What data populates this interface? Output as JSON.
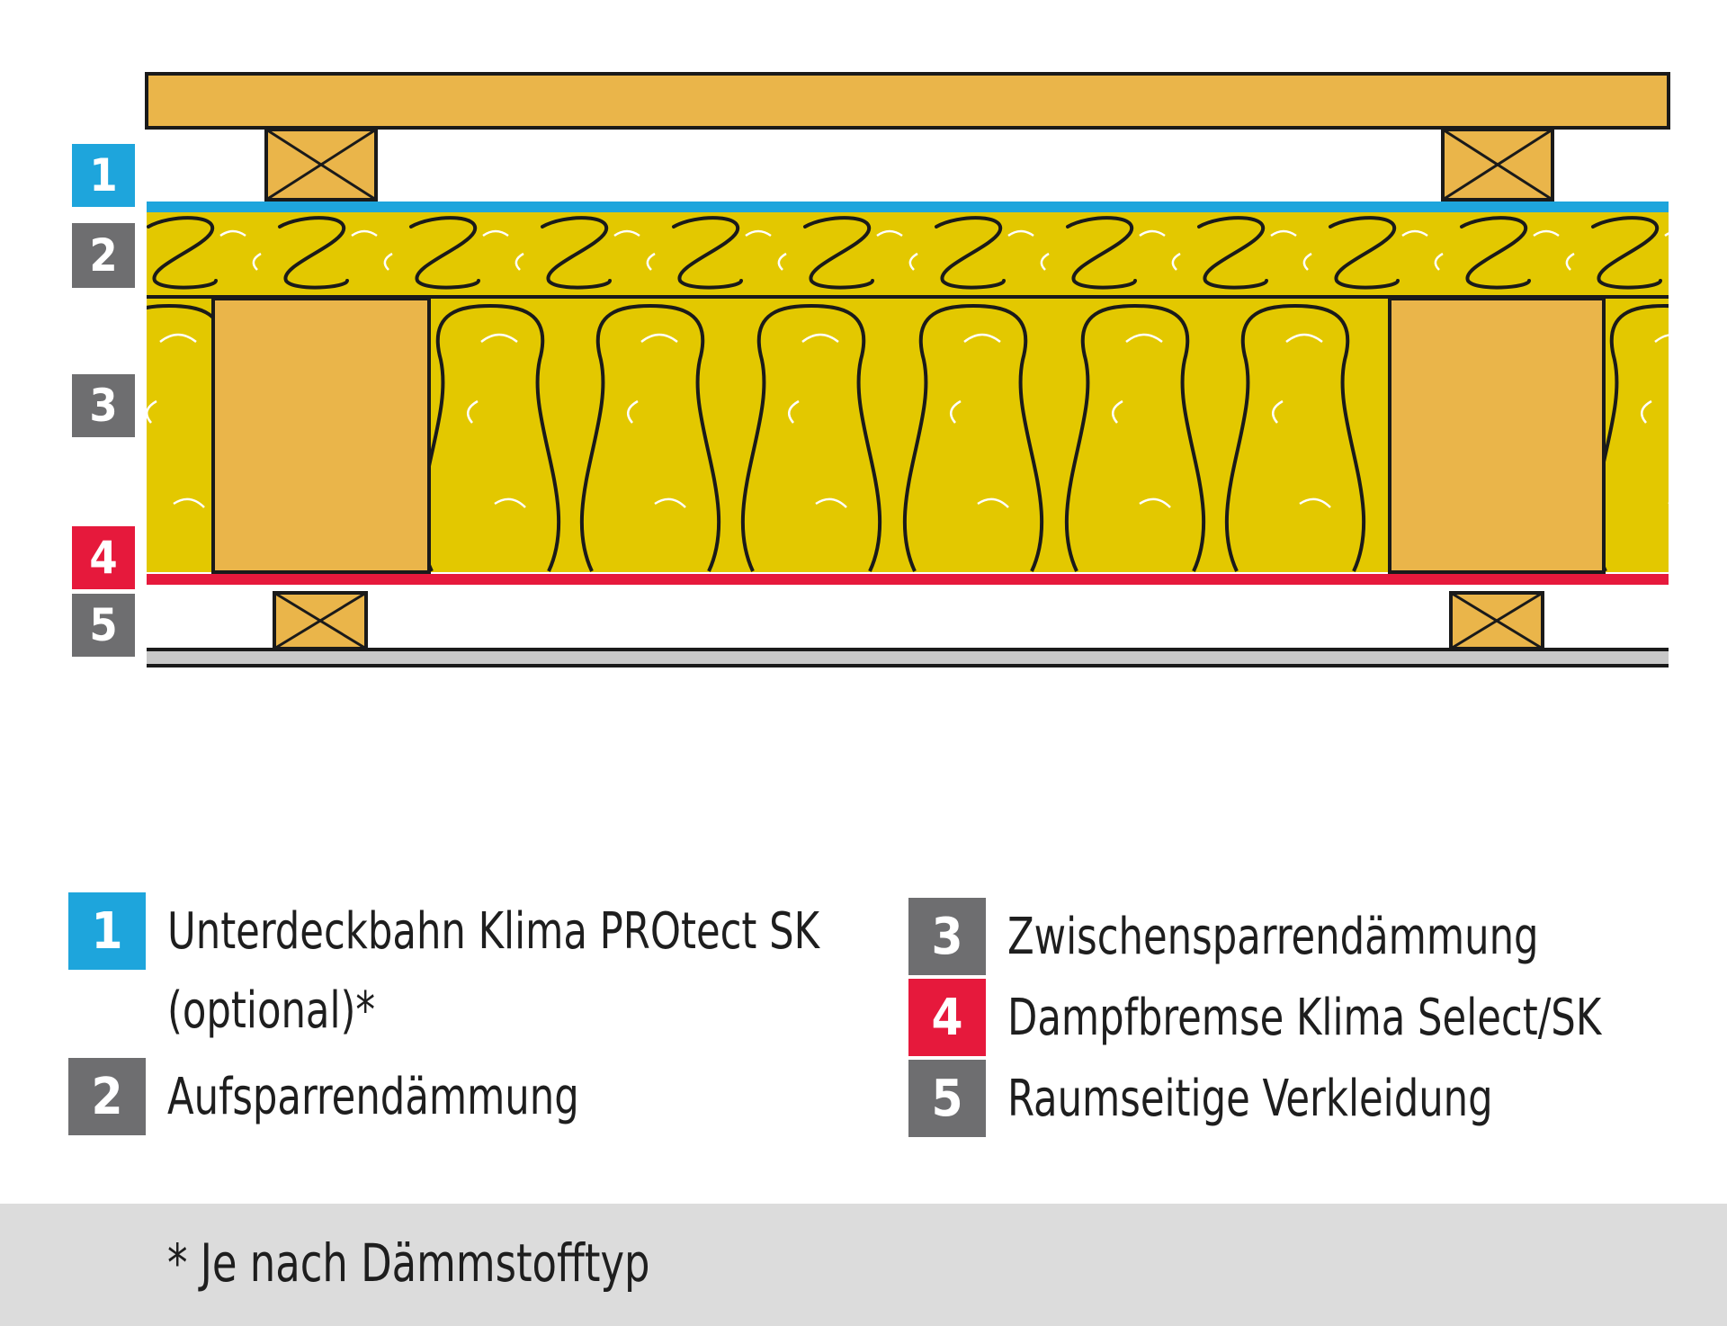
{
  "colors": {
    "layer_1": "#1ea5dc",
    "layer_2": "#6e6e70",
    "layer_3": "#6e6e70",
    "layer_4": "#e6193c",
    "layer_5": "#6e6e70",
    "wood": "#eab54a",
    "insulation": "#e3c800",
    "outline": "#1a1a1a",
    "board": "#c8c8c8"
  },
  "diagram_markers": [
    {
      "number": "1",
      "color": "#1ea5dc"
    },
    {
      "number": "2",
      "color": "#6e6e70"
    },
    {
      "number": "3",
      "color": "#6e6e70"
    },
    {
      "number": "4",
      "color": "#e6193c"
    },
    {
      "number": "5",
      "color": "#6e6e70"
    }
  ],
  "legend": [
    {
      "number": "1",
      "text": "Unterdeckbahn Klima PROtect SK\n(optional)*",
      "color": "#1ea5dc"
    },
    {
      "number": "2",
      "text": "Aufsparrendämmung",
      "color": "#6e6e70"
    },
    {
      "number": "3",
      "text": "Zwischensparrendämmung",
      "color": "#6e6e70"
    },
    {
      "number": "4",
      "text": "Dampfbremse Klima Select/SK",
      "color": "#e6193c"
    },
    {
      "number": "5",
      "text": "Raumseitige Verkleidung",
      "color": "#6e6e70"
    }
  ],
  "footnote": "* Je nach Dämmstofftyp"
}
